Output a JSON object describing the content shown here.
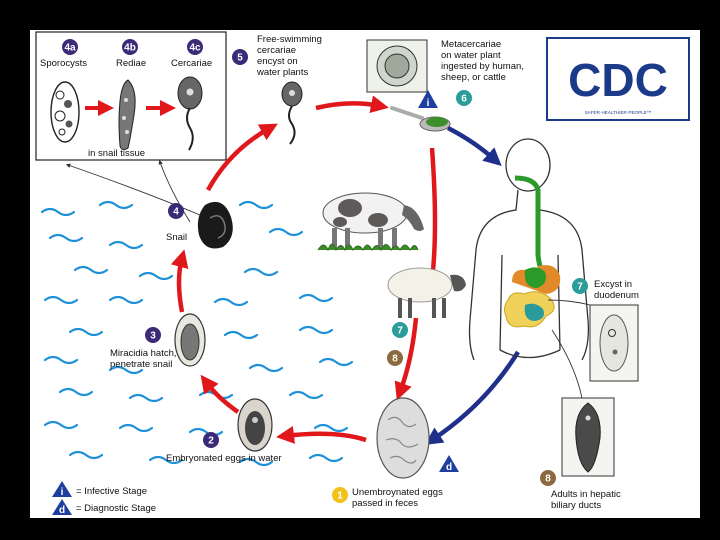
{
  "labels": {
    "sporocysts": "Sporocysts",
    "rediae": "Rediae",
    "cercariae": "Cercariae",
    "snail_tissue": "in snail tissue",
    "free_swimming": [
      "Free-swimming",
      "cercariae",
      "encyst on",
      "water plants"
    ],
    "metacercariae": [
      "Metacercariae",
      "on water plant",
      "ingested by human,",
      "sheep, or cattle"
    ],
    "snail": "Snail",
    "miracidia": [
      "Miracidia hatch,",
      "penetrate snail"
    ],
    "embryonated": "Embryonated eggs in water",
    "unembryonated": [
      "Unembroynated eggs",
      "passed in feces"
    ],
    "excyst": [
      "Excyst in",
      "duodenum"
    ],
    "adults": [
      "Adults in hepatic",
      "biliary ducts"
    ],
    "legend_infective": "= Infective Stage",
    "legend_diagnostic": "= Diagnostic Stage",
    "infective_symbol": "i",
    "diagnostic_symbol": "d"
  },
  "badges": {
    "b1": "1",
    "b2": "2",
    "b3": "3",
    "b4": "4",
    "b4a": "4a",
    "b4b": "4b",
    "b4c": "4c",
    "b5": "5",
    "b6": "6",
    "b7a": "7",
    "b7b": "7",
    "b8a": "8",
    "b8b": "8"
  },
  "logo": {
    "text": "CDC",
    "tagline": "SAFER·HEALTHIER·PEOPLE™"
  },
  "colors": {
    "purple": "#3b2a78",
    "teal": "#2a9d9a",
    "brown": "#8a6a3e",
    "yellow": "#f2c21b",
    "red_arrow": "#e0181c",
    "blue_arrow": "#1f2f8c",
    "water": "#1e90d8",
    "legend_blue": "#1f3fa0"
  }
}
